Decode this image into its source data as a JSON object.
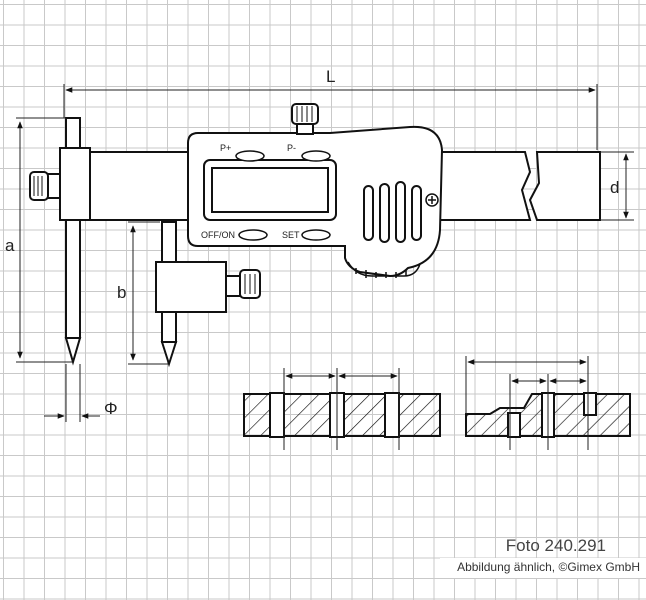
{
  "dimensions": {
    "length": "L",
    "reach": "a",
    "offset": "b",
    "depth": "d",
    "diameter": "Φ"
  },
  "display_buttons": {
    "p_plus": "P+",
    "p_minus": "P-",
    "off_on": "OFF/ON",
    "set": "SET"
  },
  "photo_id": "Foto 240.291",
  "credit": "Abbildung ähnlich, ©Gimex GmbH",
  "colors": {
    "grid": "#c9c9c9",
    "line": "#111111",
    "dimension_line": "#222222"
  }
}
